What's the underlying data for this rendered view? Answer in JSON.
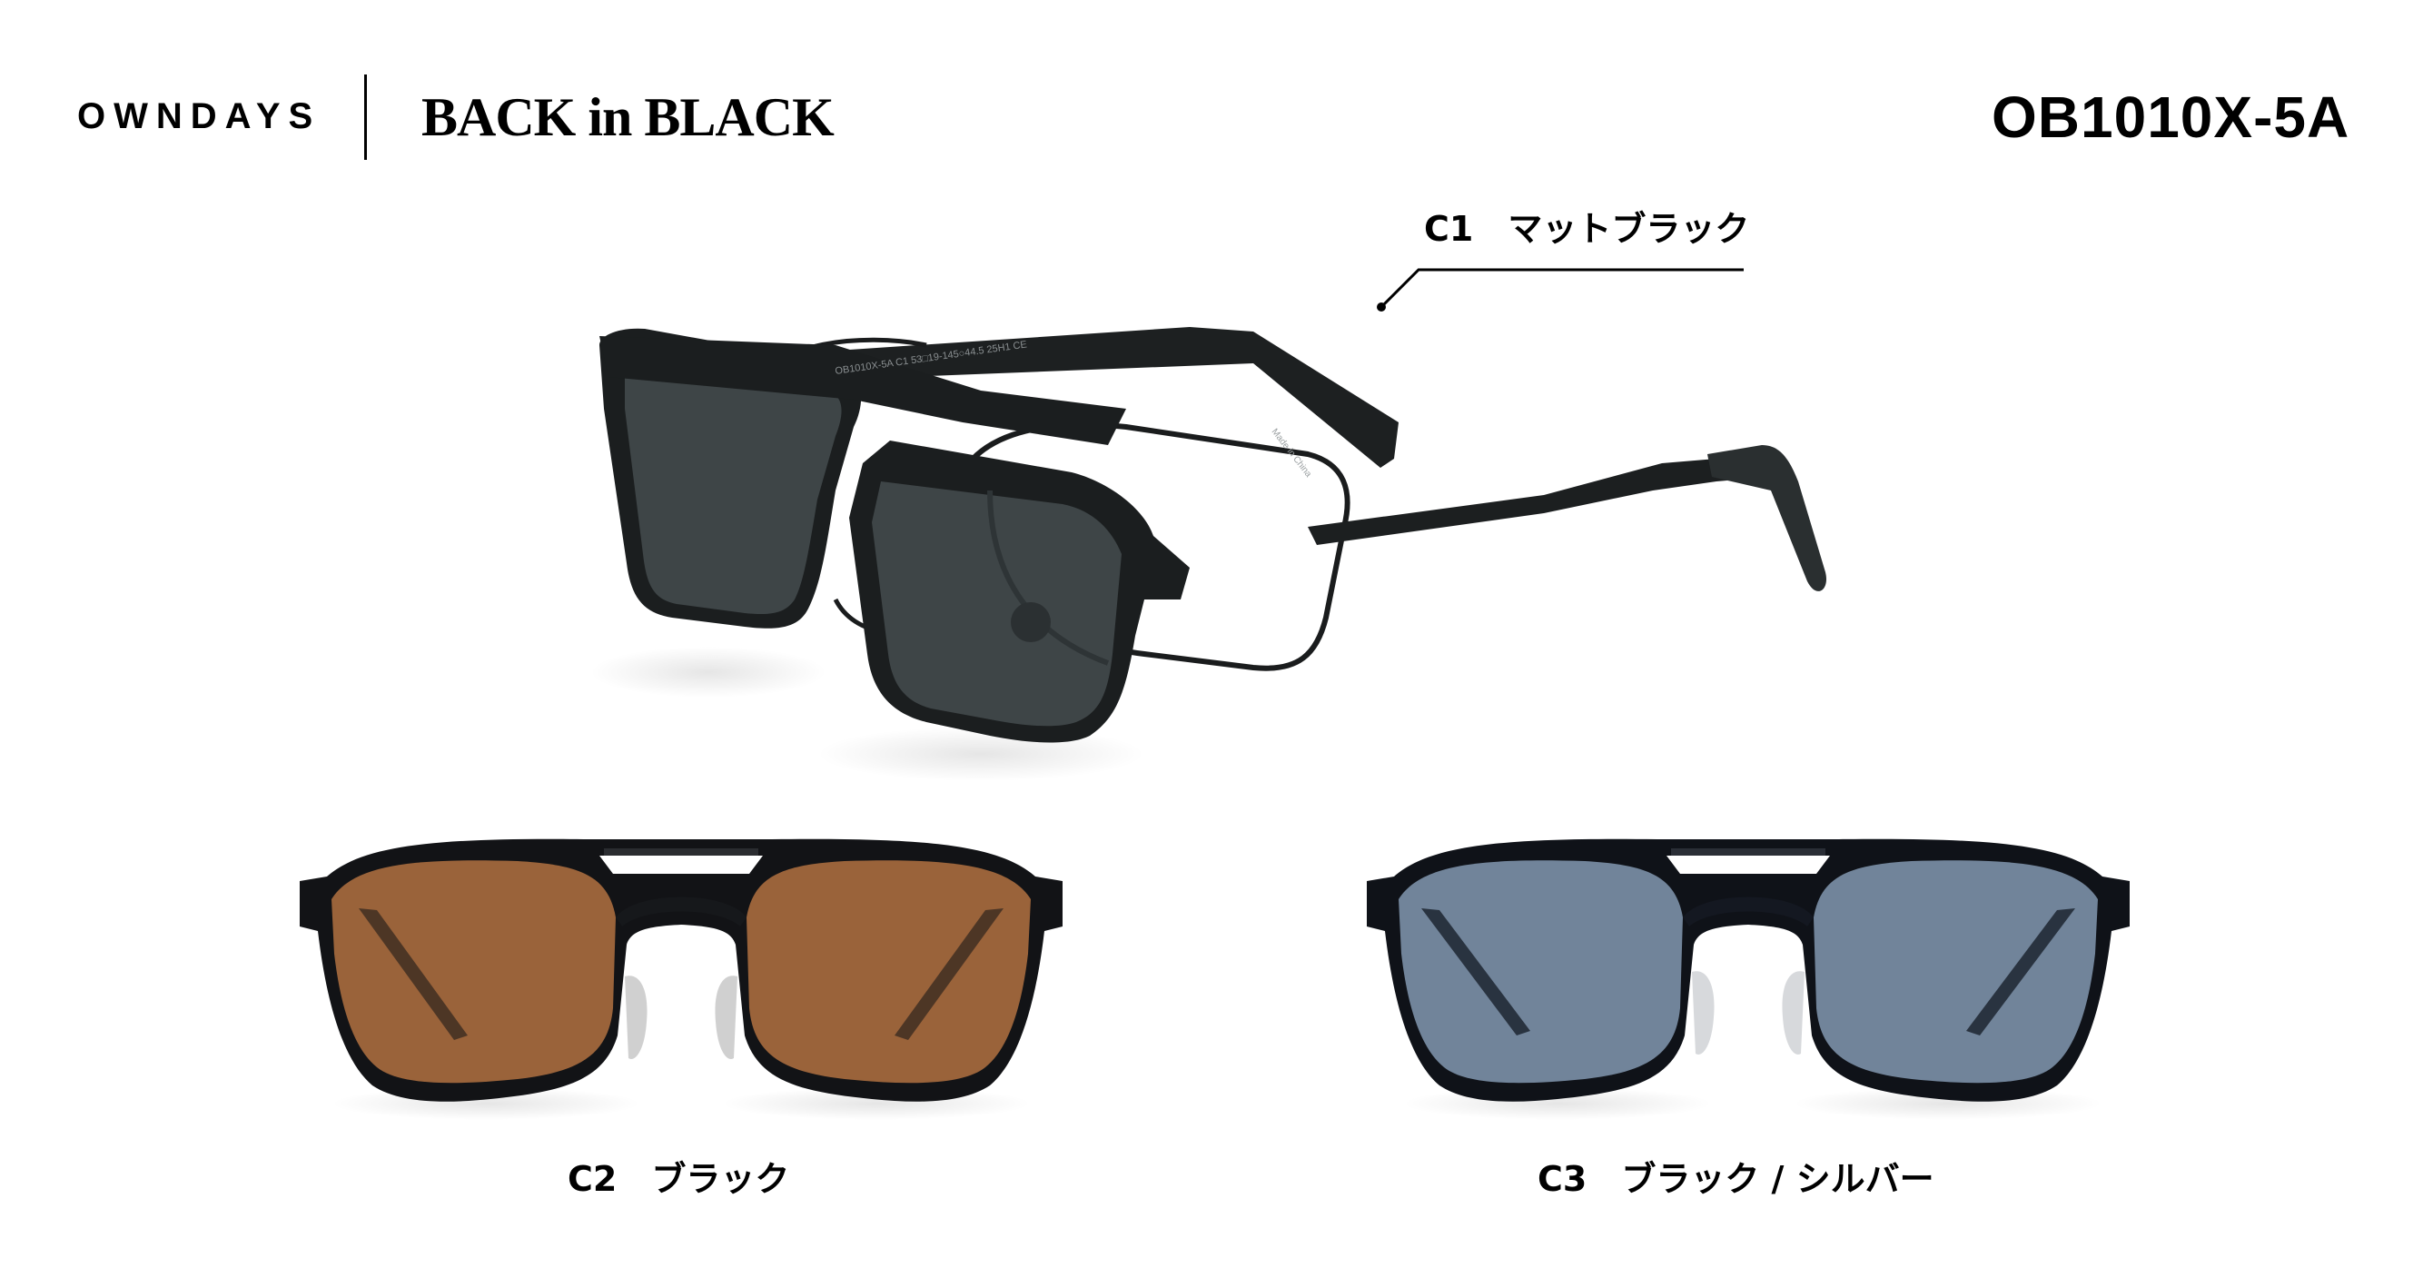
{
  "header": {
    "brand": "OWNDAYS",
    "collection": "BACK in BLACK",
    "model_number": "OB1010X-5A"
  },
  "variants": [
    {
      "code": "C1",
      "color_name": "マットブラック",
      "label": "C1　マットブラック",
      "lens_color": "#3e4547",
      "frame_color": "#1b1e1f",
      "type": "clip-on sunglass over metal frame",
      "temple_print": "OB1010X-5A C1 53□19-145○44.5 25H1 CE",
      "temple_tip_print": "Made in China"
    },
    {
      "code": "C2",
      "color_name": "ブラック",
      "label": "C2　ブラック",
      "lens_color": "#9a633a",
      "frame_color": "#111214"
    },
    {
      "code": "C3",
      "color_name": "ブラック / シルバー",
      "label": "C3　ブラック / シルバー",
      "lens_color": "#71849a",
      "frame_color": "#0f1218"
    }
  ]
}
